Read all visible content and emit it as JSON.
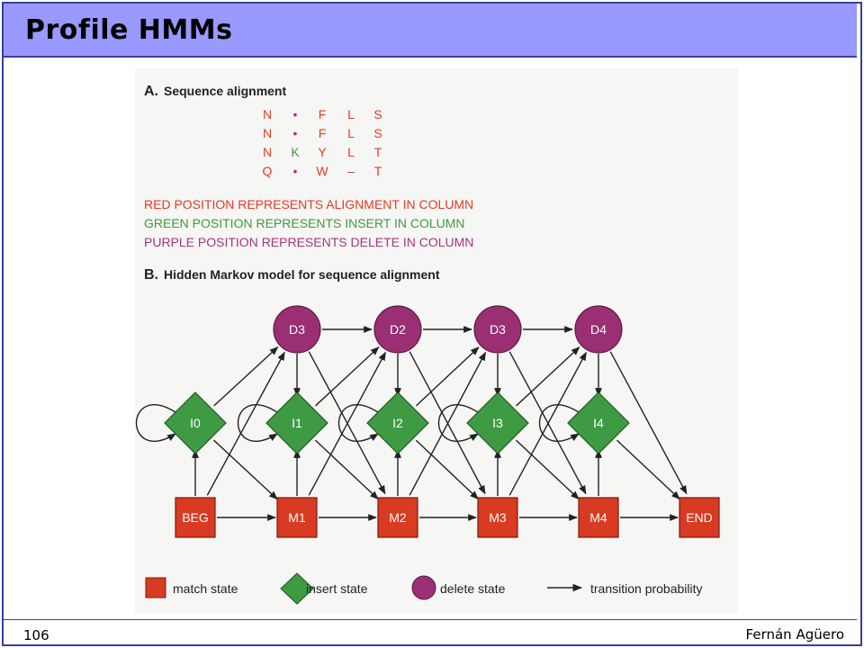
{
  "slide": {
    "title": "Profile HMMs",
    "page_number": "106",
    "author": "Fernán Agüero"
  },
  "figure": {
    "section_a": {
      "letter": "A.",
      "heading": "Sequence alignment",
      "alignment": [
        [
          {
            "t": "N",
            "c": "red"
          },
          {
            "t": "•",
            "c": "purple"
          },
          {
            "t": "F",
            "c": "red"
          },
          {
            "t": "L",
            "c": "red"
          },
          {
            "t": "S",
            "c": "red"
          }
        ],
        [
          {
            "t": "N",
            "c": "red"
          },
          {
            "t": "•",
            "c": "purple"
          },
          {
            "t": "F",
            "c": "red"
          },
          {
            "t": "L",
            "c": "red"
          },
          {
            "t": "S",
            "c": "red"
          }
        ],
        [
          {
            "t": "N",
            "c": "red"
          },
          {
            "t": "K",
            "c": "green"
          },
          {
            "t": "Y",
            "c": "red"
          },
          {
            "t": "L",
            "c": "red"
          },
          {
            "t": "T",
            "c": "red"
          }
        ],
        [
          {
            "t": "Q",
            "c": "red"
          },
          {
            "t": "•",
            "c": "purple"
          },
          {
            "t": "W",
            "c": "red"
          },
          {
            "t": "–",
            "c": "purple"
          },
          {
            "t": "T",
            "c": "red"
          }
        ]
      ],
      "legend_lines": [
        {
          "text": "RED POSITION REPRESENTS ALIGNMENT IN COLUMN",
          "c": "red"
        },
        {
          "text": "GREEN POSITION REPRESENTS INSERT IN COLUMN",
          "c": "green"
        },
        {
          "text": "PURPLE POSITION REPRESENTS DELETE IN COLUMN",
          "c": "purple"
        }
      ]
    },
    "section_b": {
      "letter": "B.",
      "heading": "Hidden Markov model for sequence alignment",
      "delete_states": [
        "D3",
        "D2",
        "D3",
        "D4"
      ],
      "insert_states": [
        "I0",
        "I1",
        "I2",
        "I3",
        "I4"
      ],
      "match_states": [
        "BEG",
        "M1",
        "M2",
        "M3",
        "M4",
        "END"
      ],
      "legend": {
        "match": "match state",
        "insert": "insert state",
        "delete": "delete state",
        "transition": "transition probability"
      }
    },
    "colors": {
      "red": "#e53a26",
      "green": "#3f9a3f",
      "purple": "#a8357a",
      "match_fill": "#d93a22",
      "insert_fill": "#3f9a44",
      "delete_fill": "#9a2f74",
      "text": "#222222"
    }
  }
}
